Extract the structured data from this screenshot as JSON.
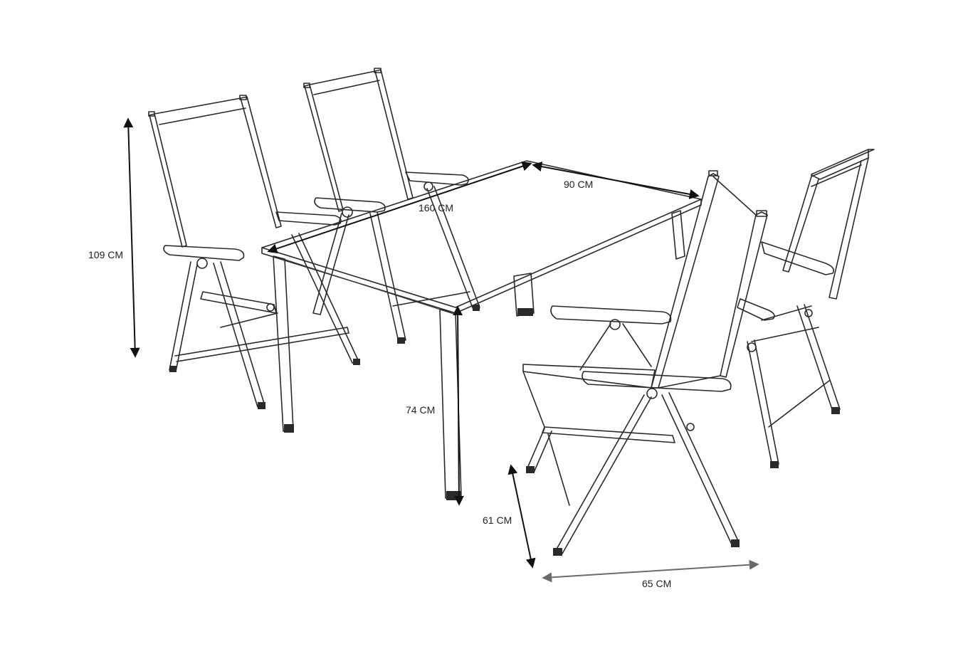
{
  "dimensions": {
    "height_total": "109 CM",
    "table_length": "160 CM",
    "table_width": "90 CM",
    "table_height": "74 CM",
    "seat_depth": "61 CM",
    "seat_width": "65 CM"
  }
}
